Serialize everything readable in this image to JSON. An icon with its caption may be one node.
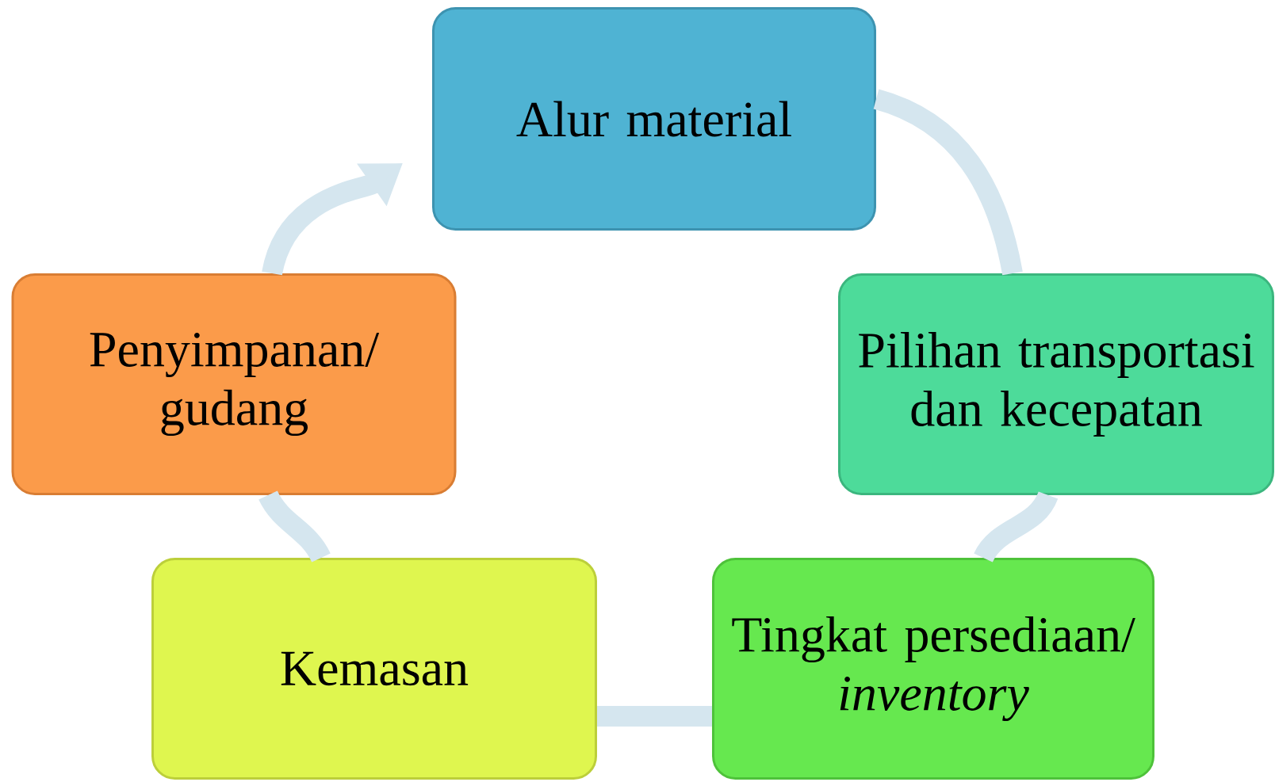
{
  "diagram": {
    "nodes": [
      {
        "text": [
          "Alur material"
        ]
      },
      {
        "text": [
          "Pilihan transportasi dan kecepatan"
        ]
      },
      {
        "text": [
          "Tingkat persediaan/ *inventory*"
        ]
      },
      {
        "text": [
          "Kemasan"
        ]
      },
      {
        "text": [
          "Penyimpanan/ gudang"
        ]
      }
    ],
    "edges": [
      {
        "from": 0,
        "to": 1,
        "arrow": "none"
      },
      {
        "from": 1,
        "to": 2,
        "arrow": "none"
      },
      {
        "from": 2,
        "to": 3,
        "arrow": "none"
      },
      {
        "from": 3,
        "to": 4,
        "arrow": "none"
      },
      {
        "from": 4,
        "to": 0,
        "arrow": "to"
      }
    ]
  }
}
